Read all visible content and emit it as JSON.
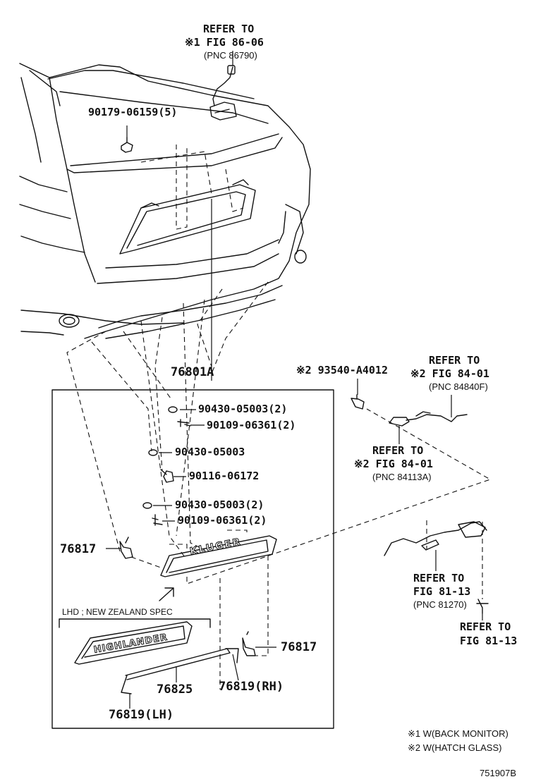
{
  "refs": {
    "top": {
      "line1": "REFER TO",
      "line2": "※1 FIG 86-06",
      "pnc": "(PNC 86790)"
    },
    "right_top": {
      "line1": "REFER TO",
      "line2": "※2 FIG 84-01",
      "pnc": "(PNC 84840F)"
    },
    "right_mid": {
      "line1": "REFER TO",
      "line2": "※2 FIG 84-01",
      "pnc": "(PNC 84113A)"
    },
    "right_low": {
      "line1": "REFER TO",
      "line2": "FIG 81-13",
      "pnc": "(PNC 81270)"
    },
    "right_bottom": {
      "line1": "REFER TO",
      "line2": "FIG 81-13"
    }
  },
  "parts": {
    "p_90179": "90179-06159(5)",
    "p_93540": "※2 93540-A4012",
    "p_76801A": "76801A",
    "p_90430_a": "90430-05003(2)",
    "p_90109_a": "90109-06361(2)",
    "p_90430_b": "90430-05003",
    "p_90116": "90116-06172",
    "p_90430_c": "90430-05003(2)",
    "p_90109_b": "90109-06361(2)",
    "p_76817_l": "76817",
    "p_76817_r": "76817",
    "p_76825": "76825",
    "p_76819_rh": "76819(RH)",
    "p_76819_lh": "76819(LH)"
  },
  "emblems": {
    "kluger": "KLUGER",
    "highlander": "HIGHLANDER"
  },
  "spec_note": "LHD ; NEW ZEALAND SPEC",
  "footnotes": {
    "n1": "※1 W(BACK MONITOR)",
    "n2": "※2 W(HATCH GLASS)"
  },
  "figure_id": "751907B"
}
